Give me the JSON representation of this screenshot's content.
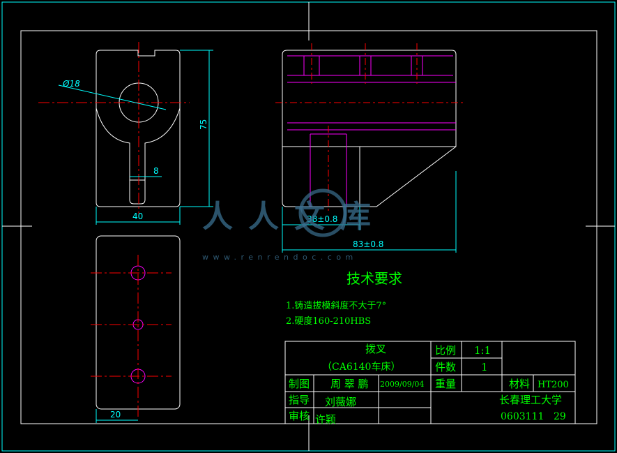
{
  "colors": {
    "background": "#000000",
    "outline": "#ffffff",
    "dimension": "#00ffff",
    "centerline": "#ff0000",
    "hidden": "#ff00ff",
    "text": "#00ff00",
    "watermark": "#3a6f8f"
  },
  "dimensions": {
    "diameter": "Ø18",
    "height": "75",
    "slot_width": "8",
    "width_top": "40",
    "width_bottom": "20",
    "center_distance": "38±0.8",
    "overall_length": "83±0.8"
  },
  "tech_requirements": {
    "title": "技术要求",
    "items": [
      "1.铸造拔模斜度不大于7°",
      "2.硬度160-210HBS"
    ]
  },
  "title_block": {
    "part_name": "拨叉",
    "machine": "（CA6140车床）",
    "scale_label": "比例",
    "scale_value": "1:1",
    "quantity_label": "件数",
    "quantity_value": "1",
    "weight_label": "重量",
    "material_label": "材料",
    "material_value": "HT200",
    "drawn_label": "制图",
    "drawn_name": "周 翠 鹏",
    "drawn_date": "2009/09/04",
    "guide_label": "指导",
    "guide_name": "刘薇娜",
    "review_label": "审核",
    "review_name": "许颖",
    "school": "长春理工大学",
    "code": "0603111",
    "number": "29"
  },
  "watermark": {
    "text": "人人文库",
    "url": "www.renrendoc.com"
  }
}
